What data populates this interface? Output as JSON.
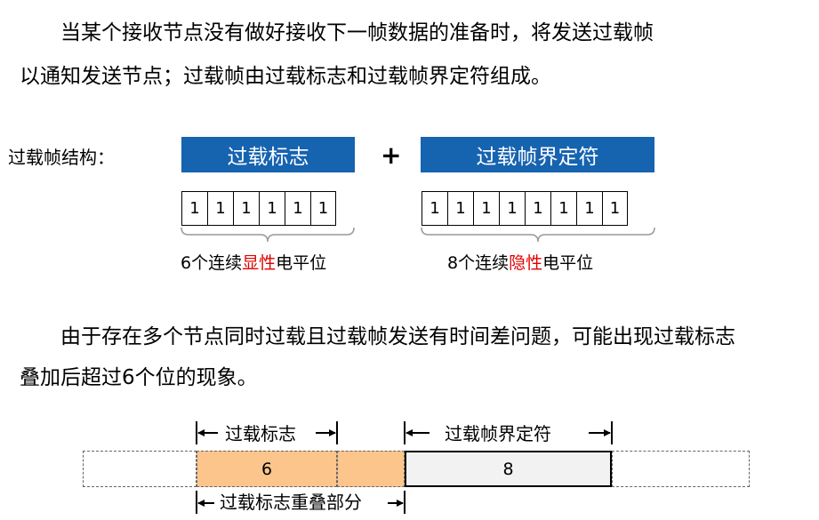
{
  "intro": {
    "line1": "当某个接收节点没有做好接收下一帧数据的准备时，将发送过载帧",
    "line2": "以通知发送节点；过载帧由过载标志和过载帧界定符组成。"
  },
  "structure": {
    "label": "过载帧结构：",
    "flag_box": "过载标志",
    "plus": "+",
    "delim_box": "过载帧界定符",
    "flag_bits": [
      "1",
      "1",
      "1",
      "1",
      "1",
      "1"
    ],
    "delim_bits": [
      "1",
      "1",
      "1",
      "1",
      "1",
      "1",
      "1",
      "1"
    ],
    "flag_caption": {
      "pre": "6个连续",
      "emph": "显性",
      "post": "电平位"
    },
    "delim_caption": {
      "pre": "8个连续",
      "emph": "隐性",
      "post": "电平位"
    }
  },
  "explain": {
    "line1": "由于存在多个节点同时过载且过载帧发送有时间差问题，可能出现过载标志",
    "line2": "叠加后超过6个位的现象。"
  },
  "timeline": {
    "flag_dim": "过载标志",
    "delim_dim": "过载帧界定符",
    "flag_value": "6",
    "delim_value": "8",
    "overlap_dim": "过载标志重叠部分"
  },
  "colors": {
    "box_blue": "#1663b0",
    "emph_red": "#e00000",
    "flag_fill": "#fbc58c",
    "delim_fill": "#f2f2f2"
  }
}
